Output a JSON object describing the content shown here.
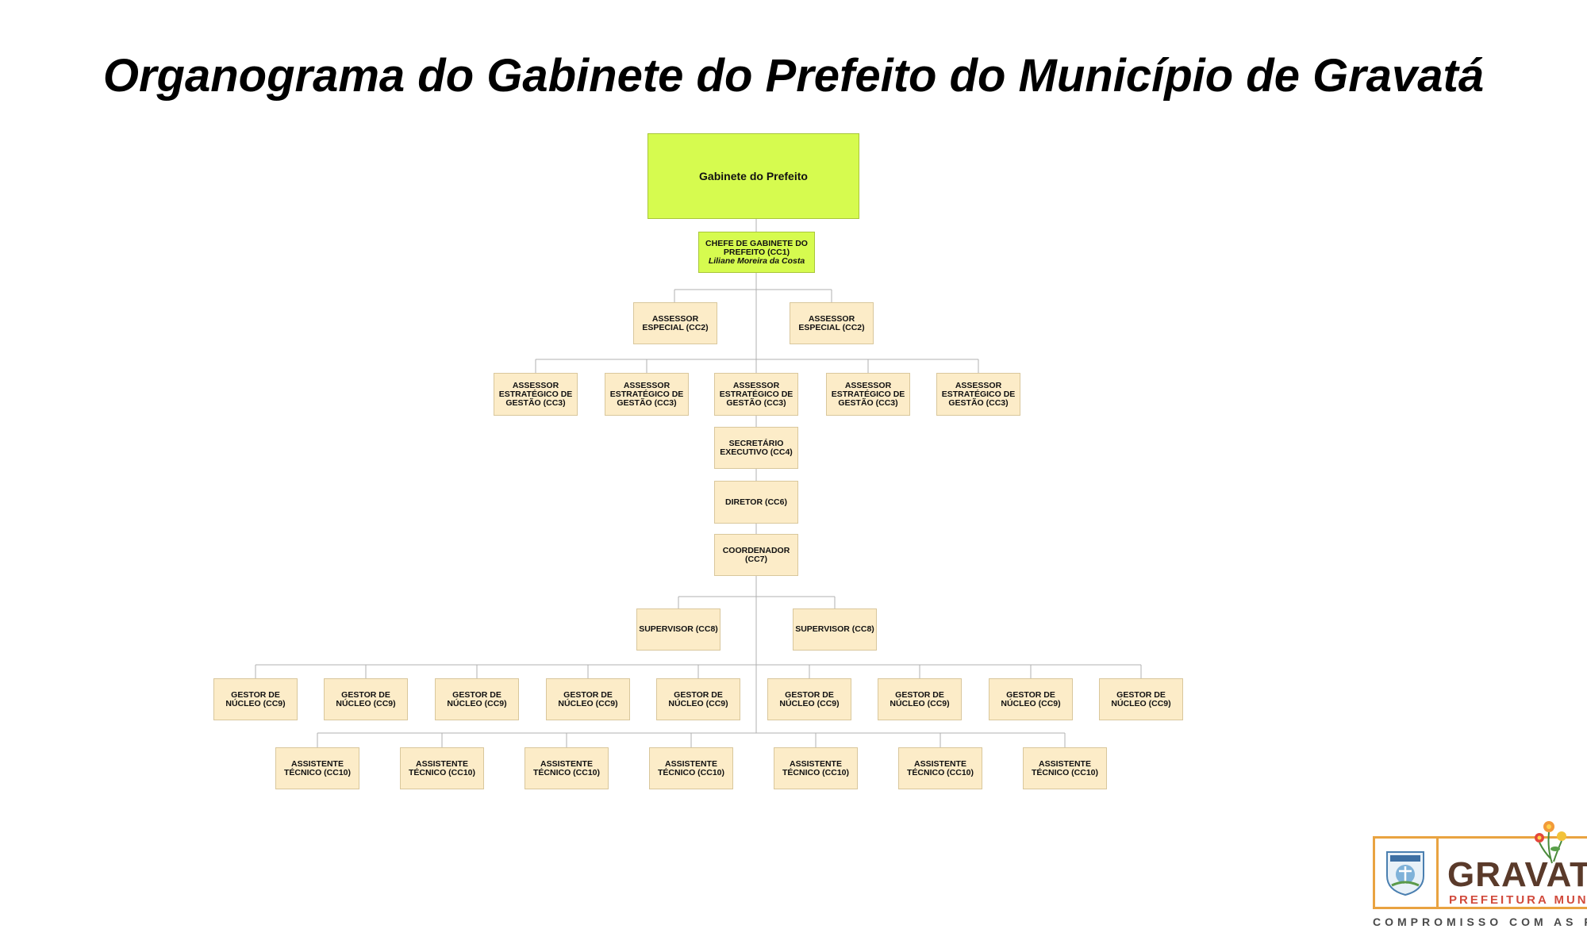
{
  "title": "Organograma do Gabinete do Prefeito do Município de Gravatá",
  "chart": {
    "root": {
      "label": "Gabinete do Prefeito"
    },
    "chefe": {
      "label": "CHEFE DE GABINETE DO PREFEITO (CC1)",
      "name": "Liliane Moreira da Costa"
    },
    "assessor_especial": [
      "ASSESSOR ESPECIAL (CC2)",
      "ASSESSOR ESPECIAL (CC2)"
    ],
    "assessor_estrategico": [
      "ASSESSOR ESTRATÉGICO DE GESTÃO (CC3)",
      "ASSESSOR ESTRATÉGICO DE GESTÃO (CC3)",
      "ASSESSOR ESTRATÉGICO DE GESTÃO (CC3)",
      "ASSESSOR ESTRATÉGICO DE GESTÃO (CC3)",
      "ASSESSOR ESTRATÉGICO DE GESTÃO (CC3)"
    ],
    "secretario": "SECRETÁRIO EXECUTIVO (CC4)",
    "diretor": "DIRETOR (CC6)",
    "coordenador": "COORDENADOR (CC7)",
    "supervisor": [
      "SUPERVISOR (CC8)",
      "SUPERVISOR (CC8)"
    ],
    "gestor": [
      "GESTOR DE NÚCLEO (CC9)",
      "GESTOR DE NÚCLEO (CC9)",
      "GESTOR DE NÚCLEO (CC9)",
      "GESTOR DE NÚCLEO (CC9)",
      "GESTOR DE NÚCLEO (CC9)",
      "GESTOR DE NÚCLEO (CC9)",
      "GESTOR DE NÚCLEO (CC9)",
      "GESTOR DE NÚCLEO (CC9)",
      "GESTOR DE NÚCLEO (CC9)"
    ],
    "assistente": [
      "ASSISTENTE TÉCNICO (CC10)",
      "ASSISTENTE TÉCNICO (CC10)",
      "ASSISTENTE TÉCNICO (CC10)",
      "ASSISTENTE TÉCNICO (CC10)",
      "ASSISTENTE TÉCNICO (CC10)",
      "ASSISTENTE TÉCNICO (CC10)",
      "ASSISTENTE TÉCNICO (CC10)"
    ]
  },
  "logo": {
    "brand": "GRAVATÁ",
    "subbrand": "PREFEITURA MUNICIPAL",
    "tagline": "COMPROMISSO COM AS PESSOAS"
  },
  "colors": {
    "green_box": "#d6fb4f",
    "standard_box": "#fcecc8",
    "connector": "#b0b0b0",
    "logo_orange": "#e9a341",
    "logo_brown": "#5a3a2a",
    "logo_red": "#d14a3c"
  }
}
